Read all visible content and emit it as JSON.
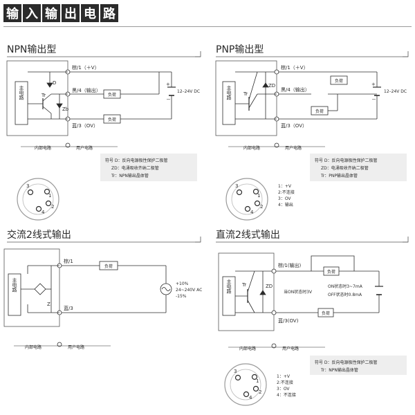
{
  "header": {
    "title_chars": [
      "输",
      "入",
      "输",
      "出",
      "电",
      "路"
    ]
  },
  "npn": {
    "title": "NPN输出型",
    "main_circuit": "主电路",
    "tr": "Tr",
    "d": "D",
    "zd": "Zb",
    "brown": "棕/1（＋V）",
    "black": "黑/4（输出）",
    "blue": "蓝/3（OV）",
    "load_top": "负荷",
    "load_bottom": "负荷",
    "plus": "+",
    "minus": "－",
    "supply": "12–24V DC",
    "internal": "内部电路",
    "user": "用户电路",
    "legend": [
      "符号 D：反向电源极性保护二极管",
      "ZD：电涌吸收齐纳二极管",
      "Tr：NPN输出晶体管"
    ],
    "pins": [
      "1",
      "2",
      "3",
      "4"
    ],
    "pinlist": []
  },
  "pnp": {
    "title": "PNP输出型",
    "main_circuit": "主电路",
    "tr": "Tr",
    "zd": "ZD",
    "brown": "棕/1（＋V）",
    "black": "黑/4（输出）",
    "blue": "蓝/3（OV）",
    "load_top": "负荷",
    "load_bottom": "负荷",
    "plus": "+",
    "minus": "－",
    "supply": "12–24V DC",
    "internal": "内部电路",
    "user": "用户电路",
    "legend": [
      "符号 D：反向电源极性保护二极管",
      "ZD：电涌吸收齐纳二极管",
      "Tr：PNP输出晶体管"
    ],
    "pins": [
      "1",
      "2",
      "3",
      "4"
    ],
    "pinlist": [
      "1：+V",
      "2:不连接",
      "3：OV",
      "4：输出"
    ]
  },
  "ac": {
    "title": "交流2线式输出",
    "main_circuit": "主电路",
    "z": "Z",
    "brown": "棕/1",
    "blue": "蓝/3",
    "load": "负荷",
    "v_plus": "+10%",
    "v_range": "24~240V AC",
    "v_minus": "-15%",
    "internal": "内部电路",
    "user": "用户电路"
  },
  "dc2": {
    "title": "直流2线式输出",
    "main_circuit": "主电路",
    "tr": "Tr",
    "zd": "ZD",
    "brown": "棕/1(输出)",
    "blue": "蓝/3(OV)",
    "load_top": "负荷",
    "load_right": "负荷",
    "on_voltage": "当ON状态时3V",
    "on_current": "ON状态时3~7mA",
    "off_current": "OFF状态时0.8mA",
    "internal": "内部电路",
    "user": "用户电路",
    "legend": [
      "符号 D：反向电源极性保护二极管",
      "Tr：NPN输出晶体管"
    ],
    "pins": [
      "1",
      "2",
      "3",
      "4"
    ],
    "pinlist": [
      "1：+V",
      "2:不连接",
      "3：OV",
      "4：不连接"
    ]
  }
}
